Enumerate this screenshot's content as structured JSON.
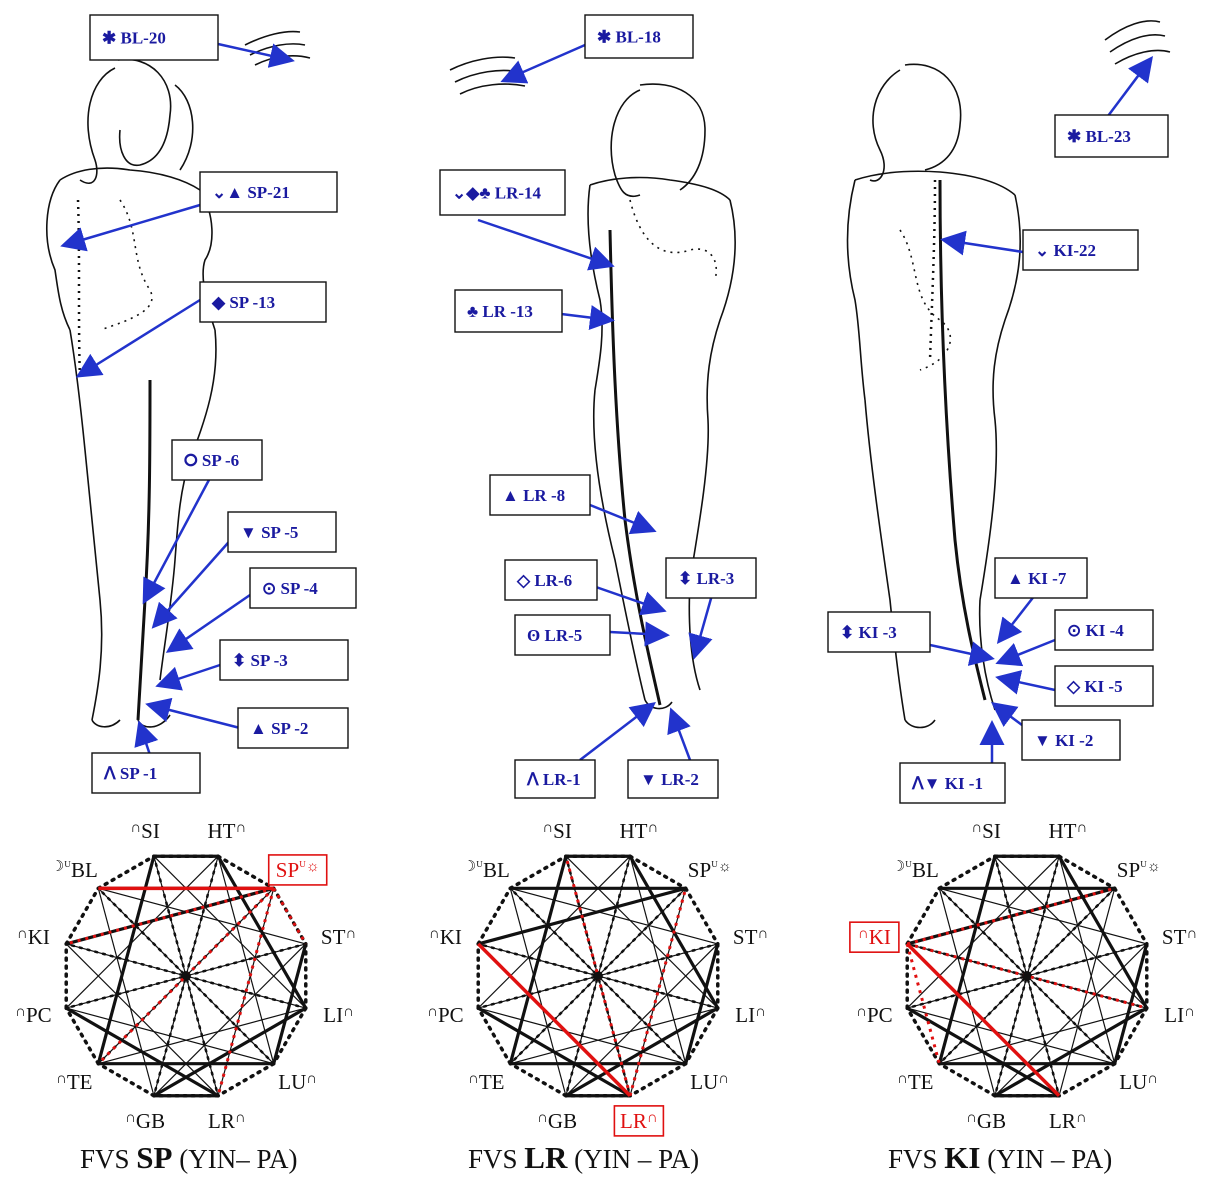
{
  "panels": [
    {
      "id": "sp",
      "caption_prefix": "FVS",
      "caption_code": "SP",
      "caption_suffix": "(YIN– PA)",
      "highlight": "SP",
      "red_lines": [
        [
          "SP",
          "BL"
        ],
        [
          "SP",
          "KI"
        ],
        [
          "SP",
          "TE"
        ],
        [
          "SP",
          "LR"
        ],
        [
          "SP",
          "ST"
        ]
      ],
      "labels": [
        {
          "name": "bl-20",
          "symbol": "✱",
          "text": "BL-20"
        },
        {
          "name": "sp-21",
          "symbol": "⌄▲",
          "text": "SP-21"
        },
        {
          "name": "sp-13",
          "symbol": "◆",
          "text": "SP -13"
        },
        {
          "name": "sp-6",
          "symbol": "⭘",
          "text": "SP -6"
        },
        {
          "name": "sp-5",
          "symbol": "▼",
          "text": "SP -5"
        },
        {
          "name": "sp-4",
          "symbol": "⊙",
          "text": "SP -4"
        },
        {
          "name": "sp-3",
          "symbol": "⬍",
          "text": "SP -3"
        },
        {
          "name": "sp-2",
          "symbol": "▲",
          "text": "SP -2"
        },
        {
          "name": "sp-1",
          "symbol": "ᐱ",
          "text": "SP -1"
        }
      ]
    },
    {
      "id": "lr",
      "caption_prefix": "FVS",
      "caption_code": "LR",
      "caption_suffix": "(YIN – PA)",
      "highlight": "LR",
      "red_lines": [
        [
          "LR",
          "KI"
        ],
        [
          "LR",
          "SI"
        ],
        [
          "LR",
          "SP"
        ]
      ],
      "labels": [
        {
          "name": "bl-18",
          "symbol": "✱",
          "text": "BL-18"
        },
        {
          "name": "lr-14",
          "symbol": "⌄◆♣",
          "text": "LR-14"
        },
        {
          "name": "lr-13",
          "symbol": "♣",
          "text": "LR -13"
        },
        {
          "name": "lr-8",
          "symbol": "▲",
          "text": "LR -8"
        },
        {
          "name": "lr-6",
          "symbol": "◇",
          "text": "LR-6"
        },
        {
          "name": "lr-3",
          "symbol": "⬍",
          "text": "LR-3"
        },
        {
          "name": "lr-5",
          "symbol": "ʘ",
          "text": "LR-5"
        },
        {
          "name": "lr-1",
          "symbol": "ᐱ",
          "text": "LR-1"
        },
        {
          "name": "lr-2",
          "symbol": "▼",
          "text": "LR-2"
        }
      ]
    },
    {
      "id": "ki",
      "caption_prefix": "FVS",
      "caption_code": "KI",
      "caption_suffix": "(YIN – PA)",
      "highlight": "KI",
      "red_lines": [
        [
          "KI",
          "LR"
        ],
        [
          "KI",
          "SP"
        ],
        [
          "KI",
          "LI"
        ],
        [
          "KI",
          "TE"
        ]
      ],
      "labels": [
        {
          "name": "bl-23",
          "symbol": "✱",
          "text": "BL-23"
        },
        {
          "name": "ki-22",
          "symbol": "⌄",
          "text": "KI-22"
        },
        {
          "name": "ki-7",
          "symbol": "▲",
          "text": "KI -7"
        },
        {
          "name": "ki-3",
          "symbol": "⬍",
          "text": "KI -3"
        },
        {
          "name": "ki-4",
          "symbol": "⊙",
          "text": "KI -4"
        },
        {
          "name": "ki-5",
          "symbol": "◇",
          "text": "KI -5"
        },
        {
          "name": "ki-2",
          "symbol": "▼",
          "text": "KI -2"
        },
        {
          "name": "ki-1",
          "symbol": "ᐱ▼",
          "text": "KI -1"
        }
      ]
    }
  ],
  "meridians": [
    {
      "code": "SI",
      "prefix": "∩",
      "suffix": ""
    },
    {
      "code": "HT",
      "prefix": "",
      "suffix": "∩"
    },
    {
      "code": "SP",
      "prefix": "",
      "suffix": "ᵁ☼"
    },
    {
      "code": "ST",
      "prefix": "",
      "suffix": "∩"
    },
    {
      "code": "LI",
      "prefix": "",
      "suffix": "∩"
    },
    {
      "code": "LU",
      "prefix": "",
      "suffix": "∩"
    },
    {
      "code": "LR",
      "prefix": "",
      "suffix": "∩"
    },
    {
      "code": "GB",
      "prefix": "∩",
      "suffix": ""
    },
    {
      "code": "TE",
      "prefix": "∩",
      "suffix": ""
    },
    {
      "code": "PC",
      "prefix": "∩",
      "suffix": ""
    },
    {
      "code": "KI",
      "prefix": "∩",
      "suffix": ""
    },
    {
      "code": "BL",
      "prefix": "☽ᵁ",
      "suffix": ""
    }
  ],
  "colors": {
    "label_blue": "#1a1aa0",
    "arrow_blue": "#2233cc",
    "highlight_red": "#e01010",
    "ink": "#111111"
  }
}
